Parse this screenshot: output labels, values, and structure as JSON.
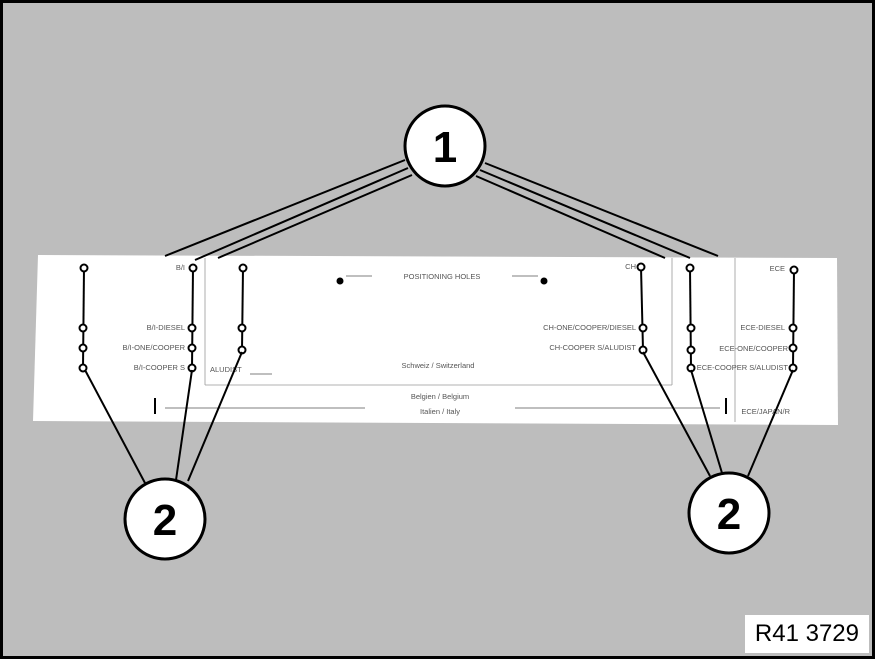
{
  "background_color": "#bdbdbd",
  "strip": {
    "positioning_holes_label": "POSITIONING HOLES",
    "left_labels": [
      "B/I",
      "B/I-DIESEL",
      "B/I-ONE/COOPER",
      "B/I-COOPER S"
    ],
    "left_extra": "ALUDIST",
    "center_top": "Schweiz / Switzerland",
    "center_bottom_1": "Belgien / Belgium",
    "center_bottom_2": "Italien / Italy",
    "right_mid_labels": [
      "CH",
      "CH-ONE/COOPER/DIESEL",
      "CH-COOPER S/ALUDIST"
    ],
    "right_labels": [
      "ECE",
      "ECE-DIESEL",
      "ECE-ONE/COOPER",
      "ECE-COOPER S/ALUDIST",
      "ECE/JAPAN/R"
    ]
  },
  "callouts": [
    {
      "number": "1"
    },
    {
      "number": "2"
    },
    {
      "number": "2"
    }
  ],
  "reference": "R41 3729"
}
